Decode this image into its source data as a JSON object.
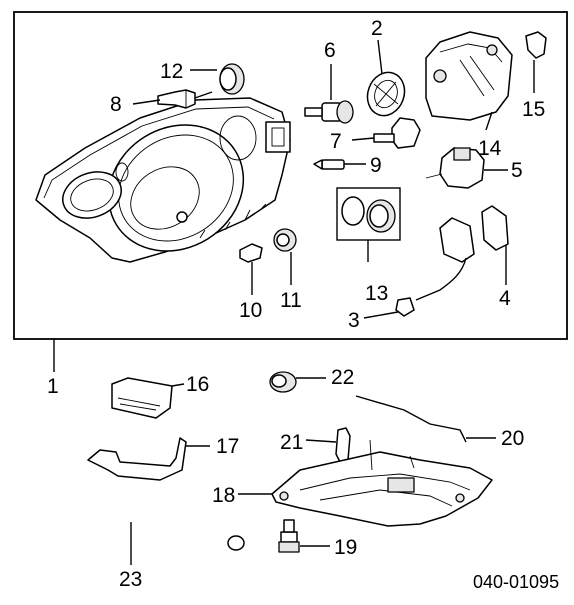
{
  "diagram": {
    "callouts": {
      "c1": "1",
      "c2": "2",
      "c3": "3",
      "c4": "4",
      "c5": "5",
      "c6": "6",
      "c7": "7",
      "c8": "8",
      "c9": "9",
      "c10": "10",
      "c11": "11",
      "c12": "12",
      "c13": "13",
      "c14": "14",
      "c15": "15",
      "c16": "16",
      "c17": "17",
      "c18": "18",
      "c19": "19",
      "c20": "20",
      "c21": "21",
      "c22": "22",
      "c23": "23"
    },
    "reference_code": "040-01095"
  }
}
